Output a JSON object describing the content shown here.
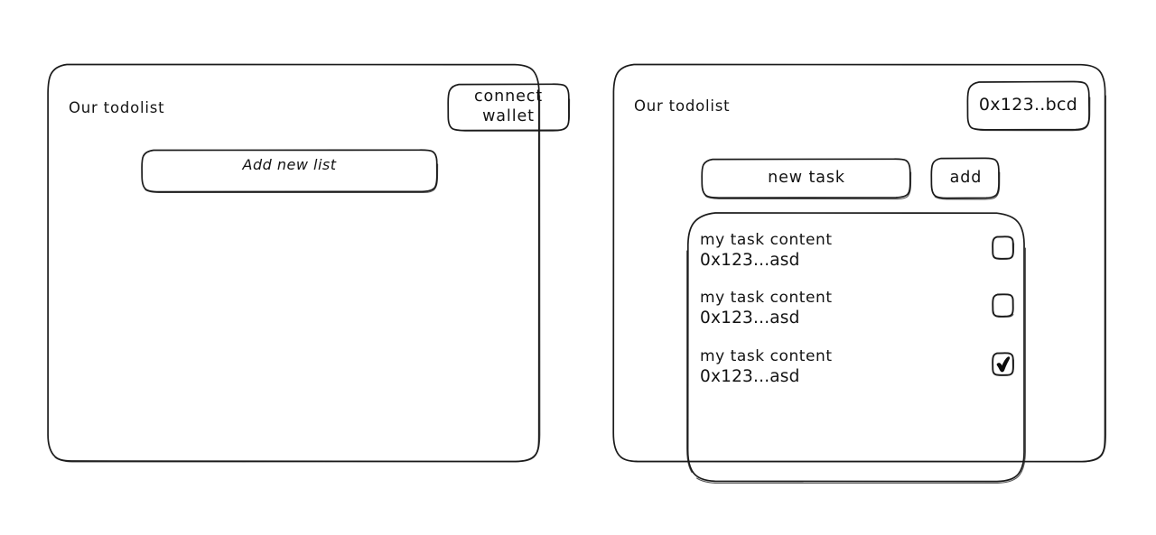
{
  "canvas": {
    "background_color": "#ffffff",
    "stroke_color": "#1b1b1b",
    "style": "hand-drawn-wireframe"
  },
  "screens": [
    {
      "id": "disconnected",
      "app_title": "Our todolist",
      "wallet_button_label_line1": "connect",
      "wallet_button_label_line2": "wallet",
      "add_list_label": "Add new list"
    },
    {
      "id": "connected",
      "app_title": "Our todolist",
      "wallet_address": "0x123..bcd",
      "new_task_placeholder": "new task",
      "add_button_label": "add",
      "tasks": [
        {
          "content": "my task content",
          "owner": "0x123...asd",
          "checked": false
        },
        {
          "content": "my task content",
          "owner": "0x123...asd",
          "checked": false
        },
        {
          "content": "my task content",
          "owner": "0x123...asd",
          "checked": true
        }
      ]
    }
  ]
}
